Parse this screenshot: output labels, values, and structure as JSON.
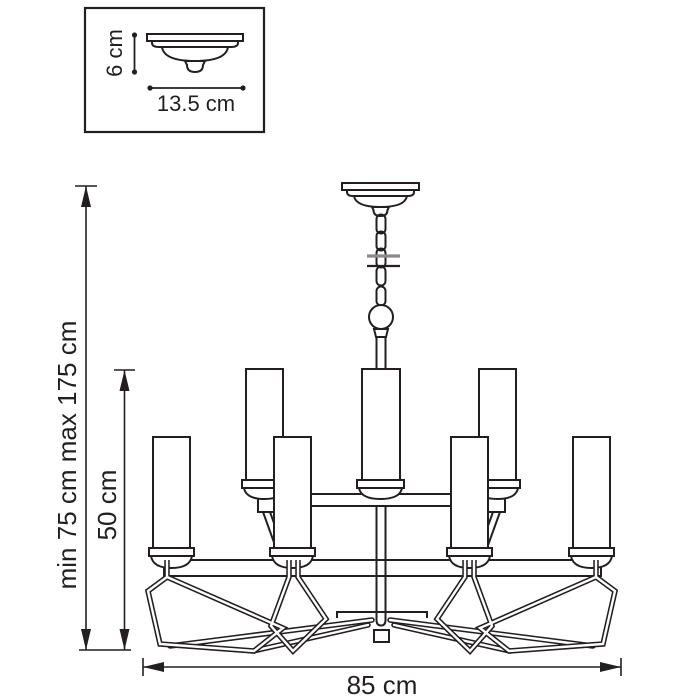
{
  "diagram": {
    "kind": "chandelier-technical-dimension-drawing",
    "inset": {
      "description": "ceiling mount (canopy) detail",
      "height_label": "6 cm",
      "width_label": "13.5 cm"
    },
    "main": {
      "description": "two-tier candle chandelier with chain suspension and angular wire ornaments",
      "suspension_height_label": "min 75 cm max 175 cm",
      "body_height_label": "50 cm",
      "width_label": "85 cm"
    },
    "colors": {
      "line": "#231f20",
      "break_line": "#8a8a8a",
      "background": "#ffffff"
    }
  }
}
